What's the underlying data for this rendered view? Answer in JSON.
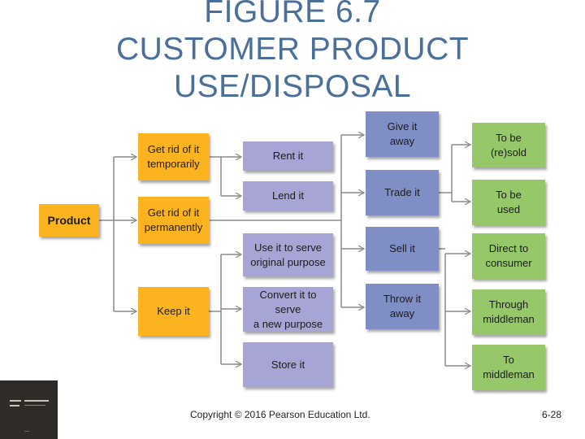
{
  "slide": {
    "title_lines": [
      "FIGURE 6.7",
      "CUSTOMER PRODUCT",
      "USE/DISPOSAL"
    ],
    "copyright": "Copyright © 2016 Pearson Education Ltd.",
    "page_number": "6-28"
  },
  "diagram": {
    "root": "Product",
    "level1": [
      "Get rid of it\ntemporarily",
      "Get rid of it\npermanently",
      "Keep it"
    ],
    "level2": [
      "Rent it",
      "Lend it",
      "Use it to serve\noriginal purpose",
      "Convert it to serve\na new purpose",
      "Store it"
    ],
    "level3": [
      "Give it\naway",
      "Trade it",
      "Sell it",
      "Throw it\naway"
    ],
    "level4": [
      "To be\n(re)sold",
      "To be\nused",
      "Direct to\nconsumer",
      "Through\nmiddleman",
      "To\nmiddleman"
    ]
  },
  "colors": {
    "title": "#4a6f9a",
    "orange": "#fbb41f",
    "lavender": "#a7a4d6",
    "blue": "#7f8fc6",
    "green": "#96c86a",
    "connector": "#8a8a8a"
  },
  "book_icon": "book-cover-thumbnail"
}
